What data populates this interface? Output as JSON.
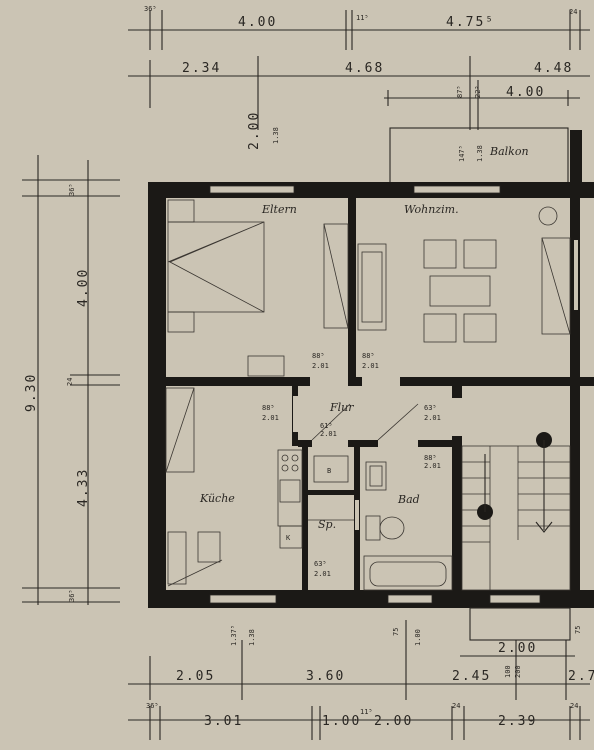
{
  "colors": {
    "paper": "#cbc4b4",
    "ink": "#1b1916",
    "line": "#2a2723"
  },
  "rooms": {
    "eltern": "Eltern",
    "wohnzimmer": "Wohnzim.",
    "kueche": "Küche",
    "bad": "Bad",
    "flur": "Flur",
    "balkon": "Balkon",
    "speisekammer": "Sp.",
    "b": "B",
    "k": "K"
  },
  "dimensions": {
    "top_row1": [
      "36⁵",
      "4.00",
      "11⁵",
      "4.75⁵",
      "24"
    ],
    "top_row2": [
      "2.34",
      "4.68",
      "4.48"
    ],
    "balcony": [
      "87⁵",
      "22⁵",
      "4.00",
      "147⁵",
      "1.38"
    ],
    "top_window": [
      "2.00",
      "1.38"
    ],
    "left_total": "9.30",
    "left_parts": [
      "36⁵",
      "4.00",
      "24",
      "4.33",
      "36⁵"
    ],
    "bottom_row1": [
      "2.05",
      "3.60",
      "2.45",
      "2.7"
    ],
    "bottom_row2": [
      "36⁵",
      "3.01",
      "1.00",
      "11⁵",
      "2.00",
      "24",
      "2.39",
      "24"
    ],
    "bottom_heights": [
      "1.37⁵",
      "1.38",
      "75",
      "1.00",
      "2.00",
      "100",
      "200",
      "75"
    ],
    "doors": [
      "88⁵",
      "2.01",
      "88⁵",
      "2.01",
      "88⁵",
      "2.01",
      "63⁵",
      "2.01",
      "61⁵",
      "2.01",
      "88⁵",
      "2.01",
      "63⁵",
      "2.01"
    ]
  }
}
